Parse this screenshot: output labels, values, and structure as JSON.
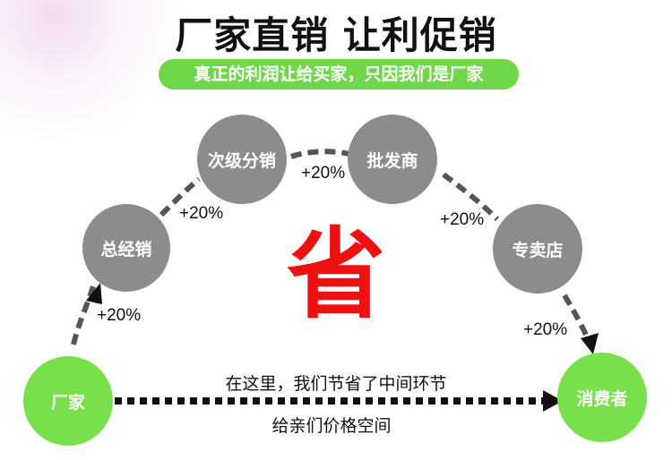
{
  "header": {
    "title": "厂家直销 让利促销",
    "subtitle": "真正的利润让给买家，只因我们是厂家"
  },
  "nodes": {
    "manufacturer": "厂家",
    "general_distributor": "总经销",
    "sub_distributor": "次级分销",
    "wholesaler": "批发商",
    "specialty_store": "专卖店",
    "consumer": "消费者"
  },
  "markups": [
    "+20%",
    "+20%",
    "+20%",
    "+20%",
    "+20%"
  ],
  "center_symbol": "省",
  "bottom_note": {
    "line1": "在这里，我们节省了中间环节",
    "line2": "给亲们价格空间"
  },
  "colors": {
    "green": "#78e04a",
    "subtitle_green": "#6fd84a",
    "gray": "#8c8c8c",
    "red": "#ee1111"
  }
}
